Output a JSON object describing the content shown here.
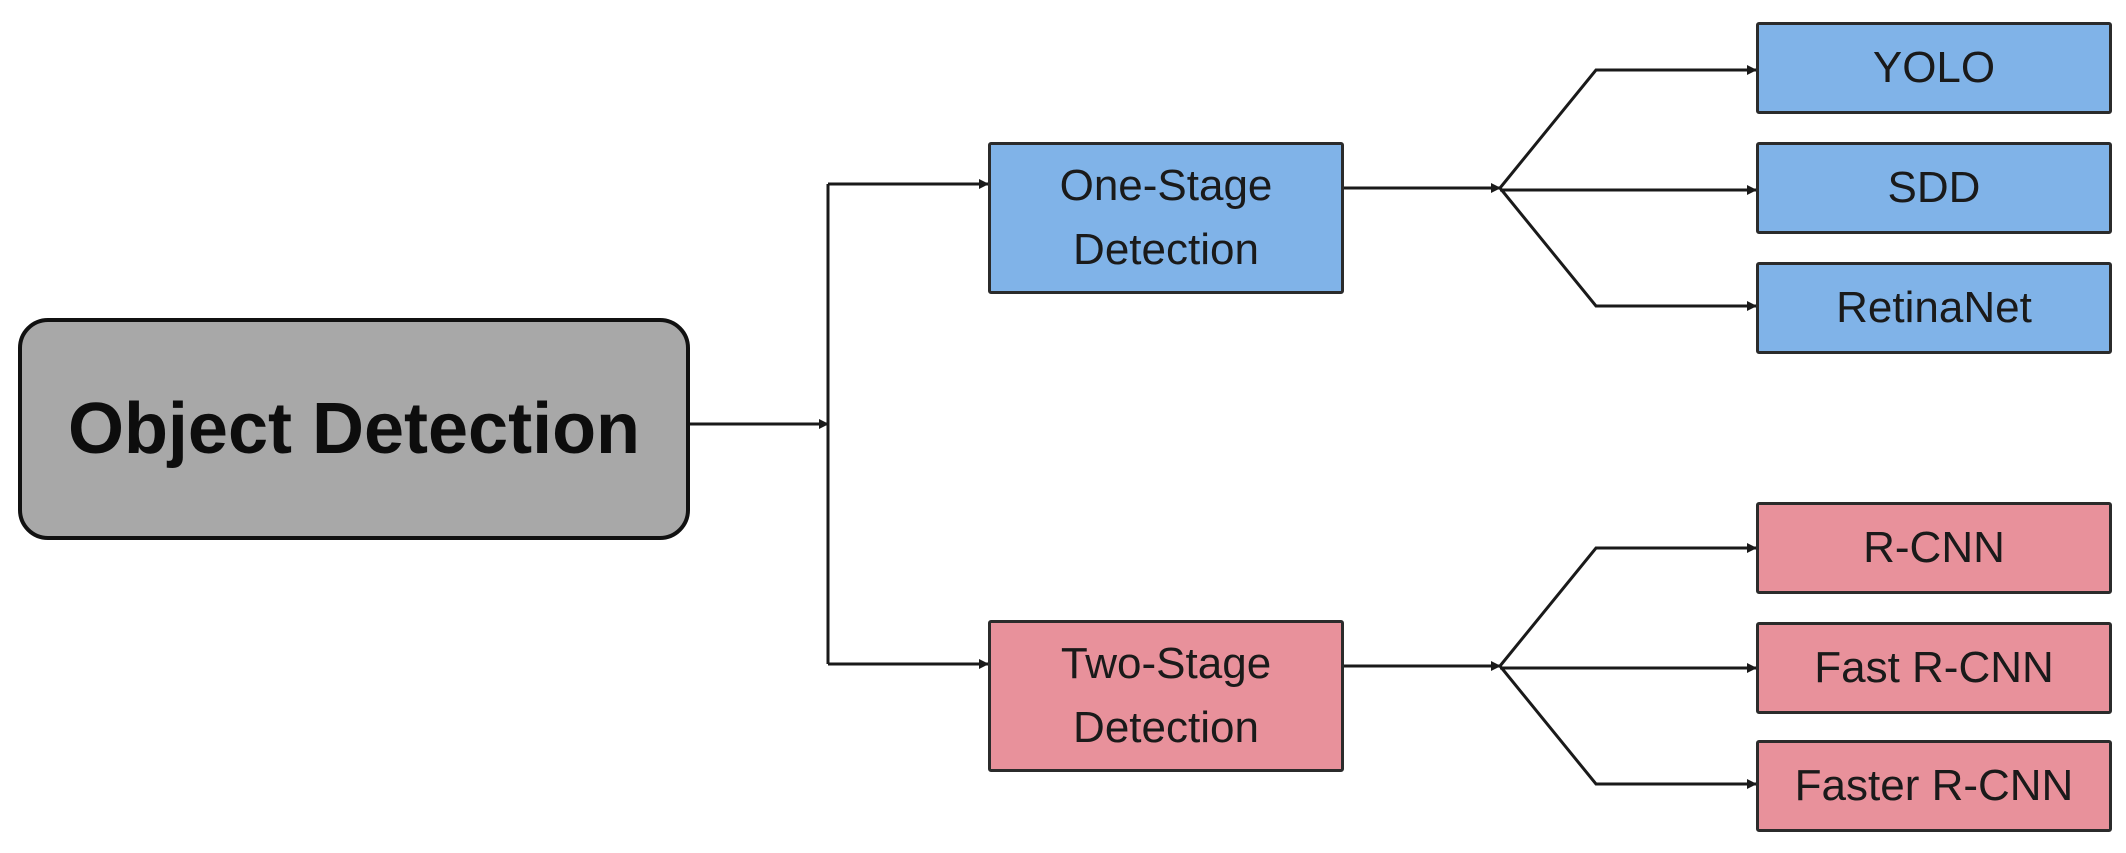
{
  "diagram": {
    "root": {
      "label": "Object Detection",
      "color": "#a8a8a8"
    },
    "branches": [
      {
        "id": "one-stage",
        "label_lines": [
          "One-Stage",
          "Detection"
        ],
        "color": "#80b3e8",
        "children": [
          "YOLO",
          "SDD",
          "RetinaNet"
        ]
      },
      {
        "id": "two-stage",
        "label_lines": [
          "Two-Stage",
          "Detection"
        ],
        "color": "#e8919b",
        "children": [
          "R-CNN",
          "Fast R-CNN",
          "Faster R-CNN"
        ]
      }
    ],
    "edge_color": "#1a1a1a"
  }
}
